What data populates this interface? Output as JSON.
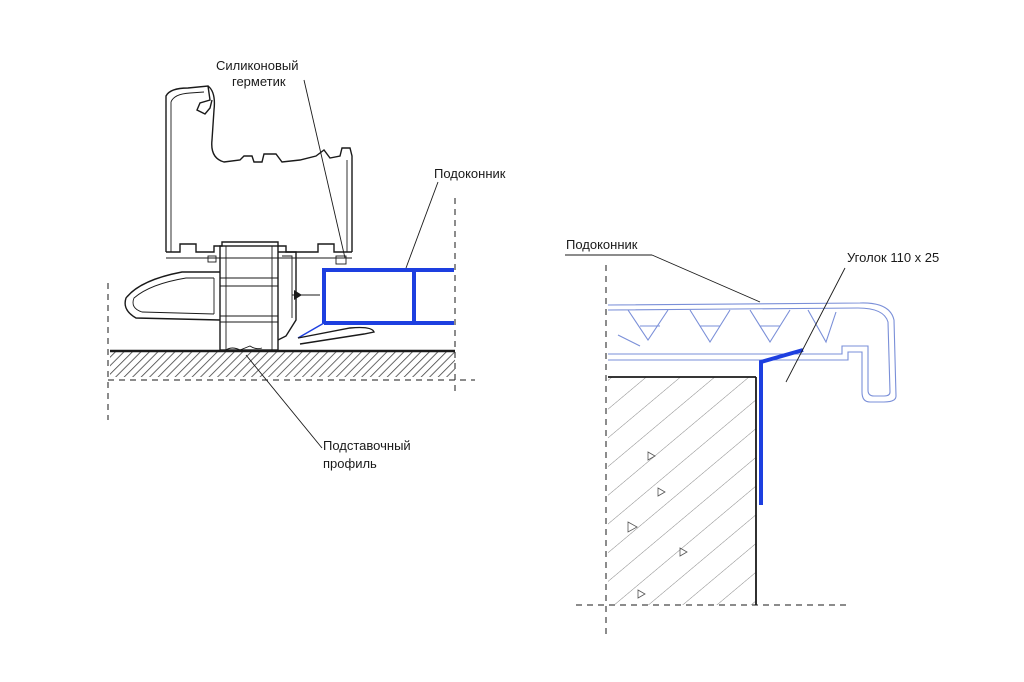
{
  "left_drawing": {
    "labels": {
      "sealant_line1": "Силиконовый",
      "sealant_line2": "герметик",
      "sill": "Подоконник",
      "support_line1": "Подставочный",
      "support_line2": "профиль"
    }
  },
  "right_drawing": {
    "labels": {
      "sill": "Подоконник",
      "corner": "Уголок 110 х 25"
    }
  },
  "colors": {
    "line": "#1a1a1a",
    "accent_blue": "#1d3fe0",
    "sill_outline": "#7a8fd8"
  }
}
